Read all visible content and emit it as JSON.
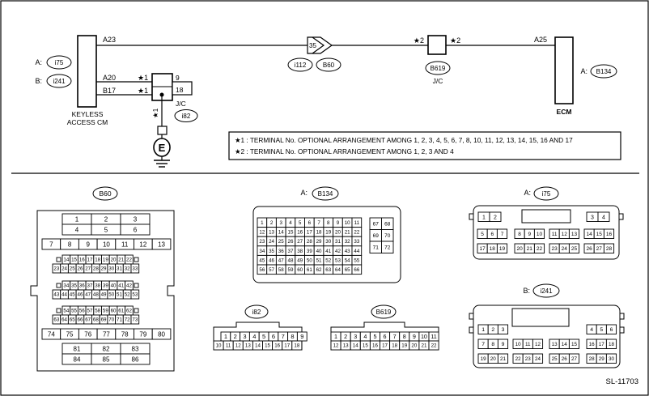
{
  "schematic": {
    "wire_a23": "A23",
    "wire_a25": "A25",
    "wire_a20": "A20",
    "wire_b17": "B17",
    "star1_a": "★1",
    "star1_b": "★1",
    "star1_v": "★1",
    "star2_left": "★2",
    "star2_right": "★2",
    "jc_pin_top": "9",
    "jc_pin_bottom": "18",
    "jc_label": "J/C",
    "jc_conn": "i82",
    "keyless_a_prefix": "A:",
    "keyless_a_conn": "i75",
    "keyless_b_prefix": "B:",
    "keyless_b_conn": "i241",
    "keyless_label_1": "KEYLESS",
    "keyless_label_2": "ACCESS CM",
    "conn35_pin": "35",
    "conn35_id1": "i112",
    "conn35_id2": "B60",
    "jc2_id": "B619",
    "jc2_label": "J/C",
    "ecm_prefix": "A:",
    "ecm_conn": "B134",
    "ecm_label": "ECM",
    "ground_label": "E"
  },
  "notes": [
    "★1 : TERMINAL No. OPTIONAL ARRANGEMENT AMONG 1, 2, 3, 4, 5, 6, 7, 8, 10, 11, 12, 13, 14, 15, 16 AND 17",
    "★2 : TERMINAL No. OPTIONAL ARRANGEMENT AMONG 1, 2, 3 AND 4"
  ],
  "connectors": {
    "b60_title": "B60",
    "b134_prefix": "A:",
    "b134_title": "B134",
    "i75_prefix": "A:",
    "i75_title": "i75",
    "i241_prefix": "B:",
    "i241_title": "i241",
    "i82_title": "i82",
    "b619_title": "B619"
  },
  "footer": {
    "code": "SL-11703"
  }
}
